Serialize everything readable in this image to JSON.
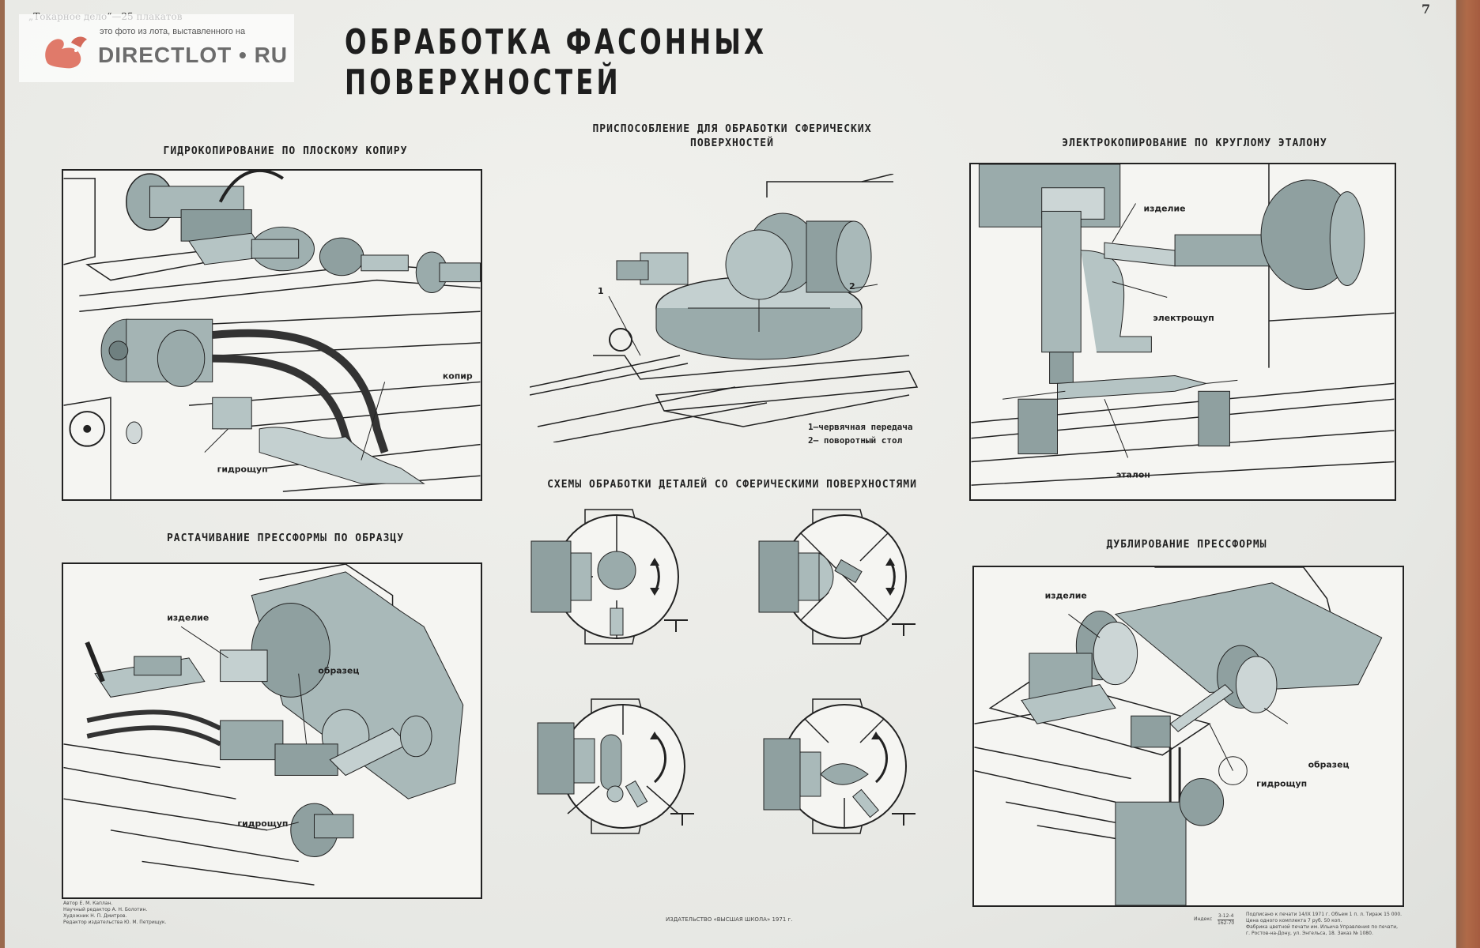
{
  "poster": {
    "series": "„Токарное дело“—25 плакатов",
    "page_number": "7",
    "title": "ОБРАБОТКА ФАСОННЫХ ПОВЕРХНОСТЕЙ"
  },
  "watermark": {
    "small": "это фото из лота, выставленного на",
    "big": "DIRECTLOT • RU"
  },
  "sections": {
    "hydrocopy": {
      "heading": "ГИДРОКОПИРОВАНИЕ ПО ПЛОСКОМУ КОПИРУ",
      "label_copier": "копир",
      "label_probe": "гидрощуп"
    },
    "fixture": {
      "heading_line1": "ПРИСПОСОБЛЕНИЕ ДЛЯ ОБРАБОТКИ СФЕРИЧЕСКИХ",
      "heading_line2": "ПОВЕРХНОСТЕЙ",
      "mark1": "1",
      "mark2": "2"
    },
    "electrocopy": {
      "heading": "ЭЛЕКТРОКОПИРОВАНИЕ ПО КРУГЛОМУ ЭТАЛОНУ",
      "label_part": "изделие",
      "label_probe": "электрощуп",
      "label_standard": "эталон"
    },
    "boring": {
      "heading": "РАСТАЧИВАНИЕ ПРЕССФОРМЫ ПО ОБРАЗЦУ",
      "label_part": "изделие",
      "label_sample": "образец",
      "label_probe": "гидрощуп"
    },
    "schemes": {
      "heading": "СХЕМЫ ОБРАБОТКИ ДЕТАЛЕЙ СО СФЕРИЧЕСКИМИ ПОВЕРХНОСТЯМИ"
    },
    "duplicate": {
      "heading": "ДУБЛИРОВАНИЕ ПРЕССФОРМЫ",
      "label_part": "изделие",
      "label_sample": "образец",
      "label_probe": "гидрощуп"
    }
  },
  "legend": {
    "item1": "1—червячная передача",
    "item2": "2— поворотный стол"
  },
  "footer": {
    "credits_1": "Автор Е. М. Каплан.",
    "credits_2": "Научный редактор А. Н. Болотин.",
    "credits_3": "Художник Н. П. Дмитров.",
    "credits_4": "Редактор издательства Ю. М. Петрищук.",
    "publisher": "ИЗДАТЕЛЬСТВО «ВЫСШАЯ ШКОЛА» 1971 г.",
    "index_label": "Индекс",
    "index_top": "3-12-4",
    "index_bottom": "162-70",
    "print_1": "Подписано к печати 14/IX 1971 г. Объем 1 п. л. Тираж 15 000.",
    "print_2": "Цена одного комплекта 7 руб. 50 коп.",
    "print_3": "Фабрика цветной печати им. Ильича Управления по печати,",
    "print_4": "г. Ростов-на-Дону, ул. Энгельса, 18. Заказ № 1080."
  },
  "colors": {
    "paper": "#ecece8",
    "metal": "#8fa0a0",
    "ink": "#1e1e1e"
  }
}
